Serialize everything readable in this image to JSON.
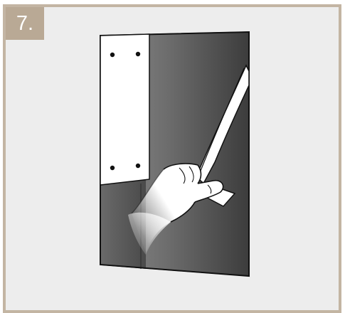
{
  "step": {
    "number_label": "7."
  },
  "colors": {
    "frame_border": "#c3b5a3",
    "badge_background": "#b9a995",
    "panel_background": "#ededed",
    "board_dark": "#3e3e3e",
    "board_light": "#8a8a8a",
    "outline": "#111111",
    "paper": "#ffffff"
  },
  "illustration": {
    "subject": "hand-peeling-backing-film-from-dark-panel",
    "fastener_holes_on_strip": 4
  }
}
